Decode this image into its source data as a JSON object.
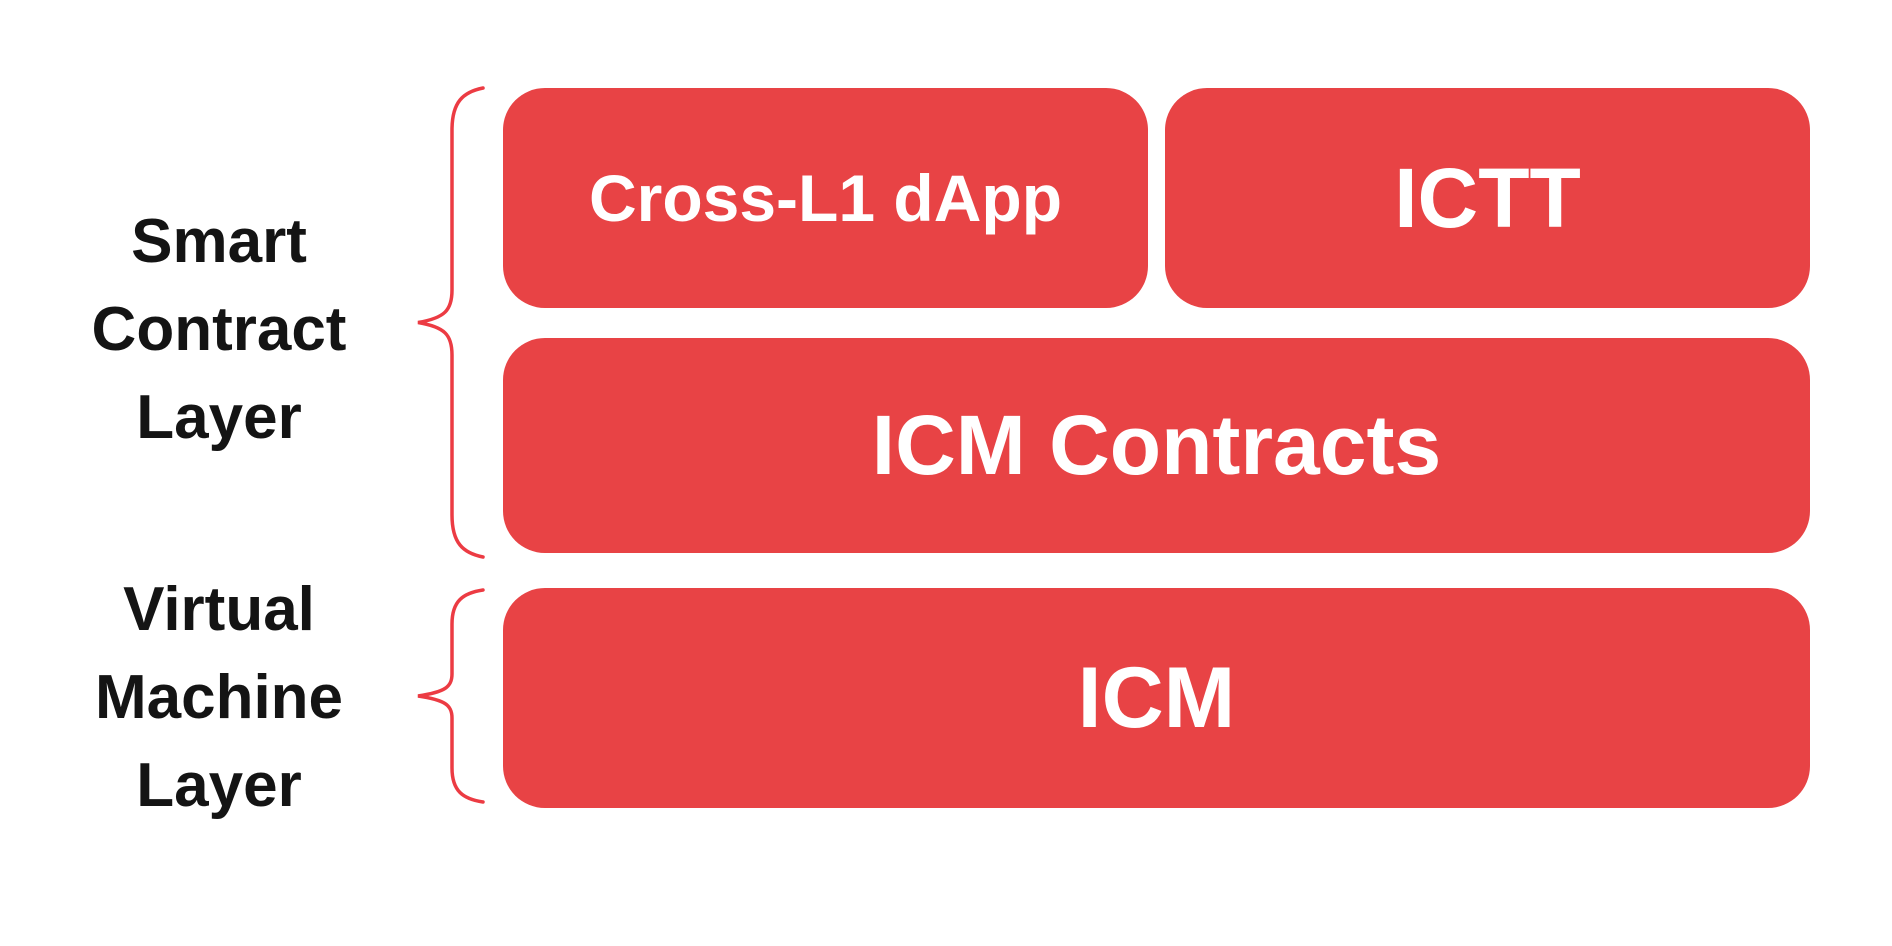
{
  "colors": {
    "box_red": "#E84345",
    "brace_red": "#EC3B43",
    "label_black": "#141414",
    "box_text": "#FFFFFF",
    "background": "#FFFFFF"
  },
  "labels": {
    "smart_contract_layer": "Smart Contract Layer",
    "virtual_machine_layer": "Virtual Machine Layer"
  },
  "boxes": {
    "cross_l1_dapp": "Cross-L1 dApp",
    "ictt": "ICTT",
    "icm_contracts": "ICM Contracts",
    "icm": "ICM"
  }
}
